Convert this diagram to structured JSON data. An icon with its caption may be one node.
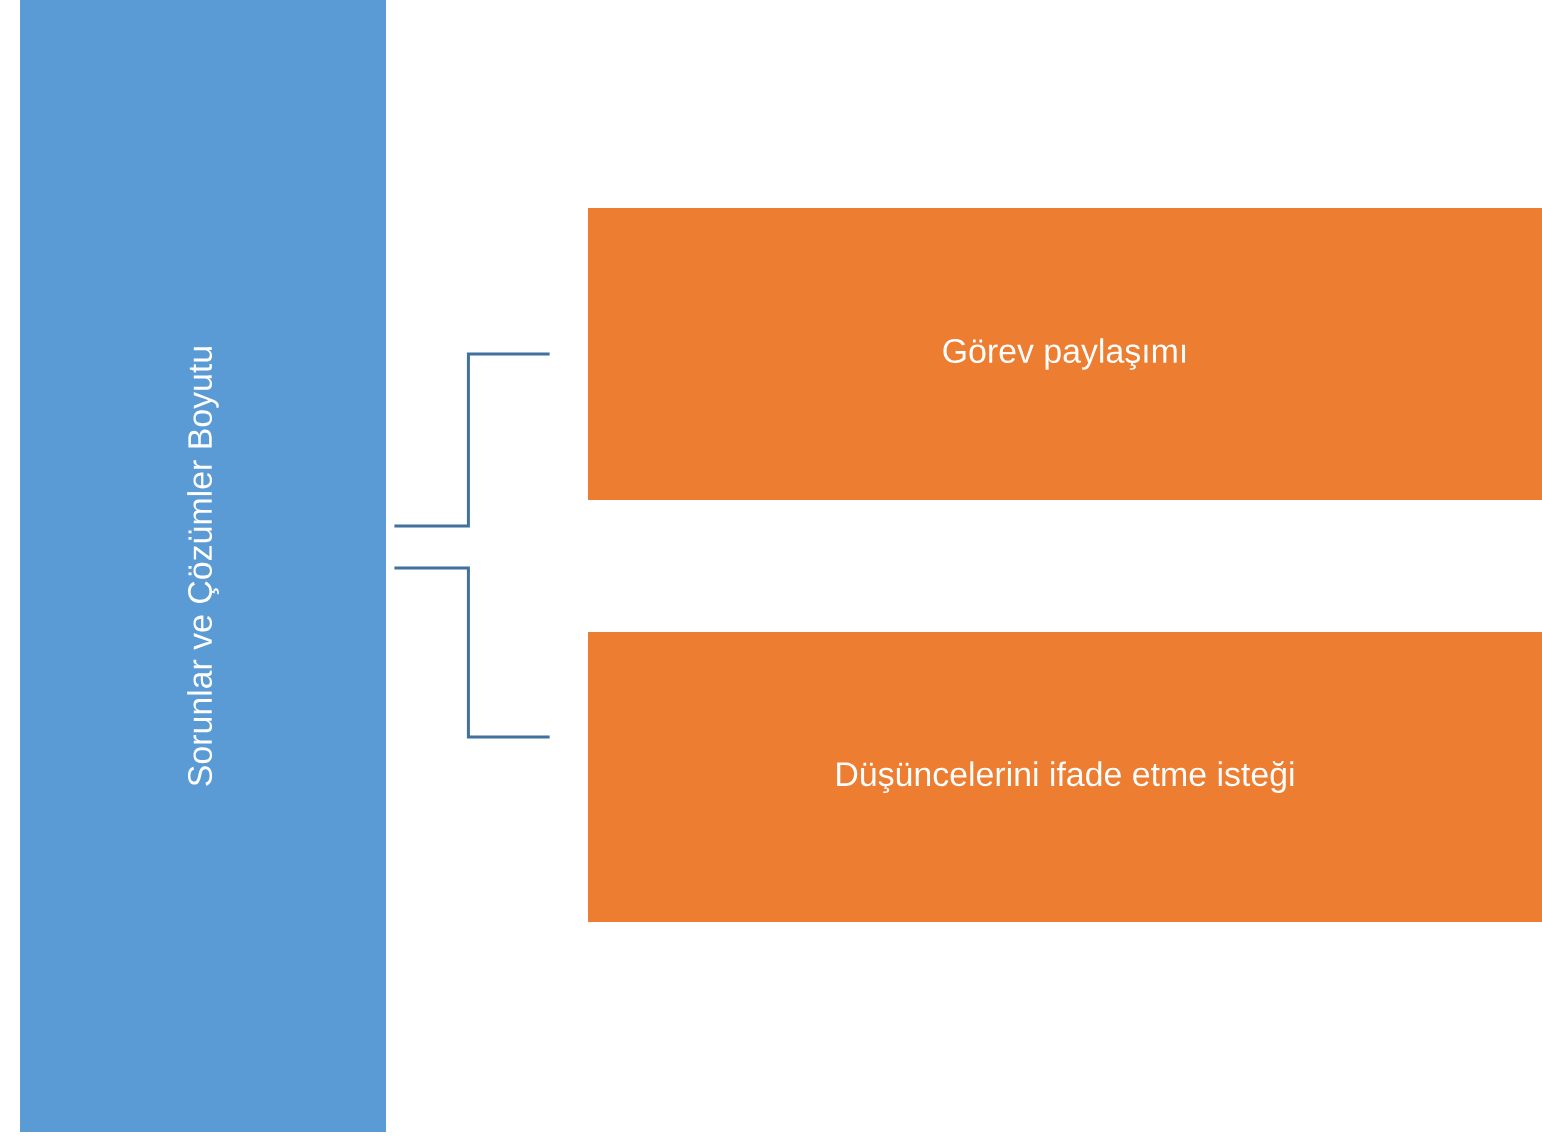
{
  "diagram": {
    "nodes": [
      {
        "text": [
          "Sorunlar ve Çözümler Boyutu"
        ]
      },
      {
        "text": [
          "Görev paylaşımı"
        ]
      },
      {
        "text": [
          "Düşüncelerini ifade etme isteği"
        ]
      }
    ],
    "edges": [
      {
        "from": 0,
        "to": 1,
        "arrow": "none"
      },
      {
        "from": 0,
        "to": 2,
        "arrow": "none"
      }
    ]
  }
}
